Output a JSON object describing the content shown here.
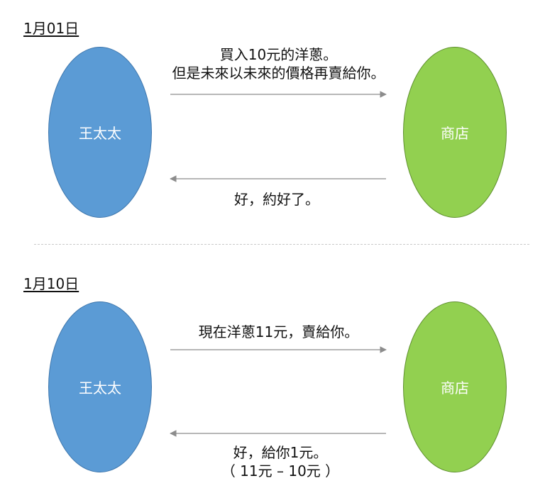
{
  "scenes": [
    {
      "date": "1月01日",
      "person": "王太太",
      "shop": "商店",
      "request_lines": [
        "買入10元的洋蔥。",
        "但是未來以未來的價格再賣給你。"
      ],
      "reply_lines": [
        "好，約好了。"
      ]
    },
    {
      "date": "1月10日",
      "person": "王太太",
      "shop": "商店",
      "request_lines": [
        "現在洋蔥11元，賣給你。"
      ],
      "reply_lines": [
        "好，給你1元。",
        "（ 11元 – 10元 ）"
      ]
    }
  ],
  "colors": {
    "person_fill": "#5b9bd5",
    "shop_fill": "#92d050",
    "arrow": "#8c8c8c"
  }
}
